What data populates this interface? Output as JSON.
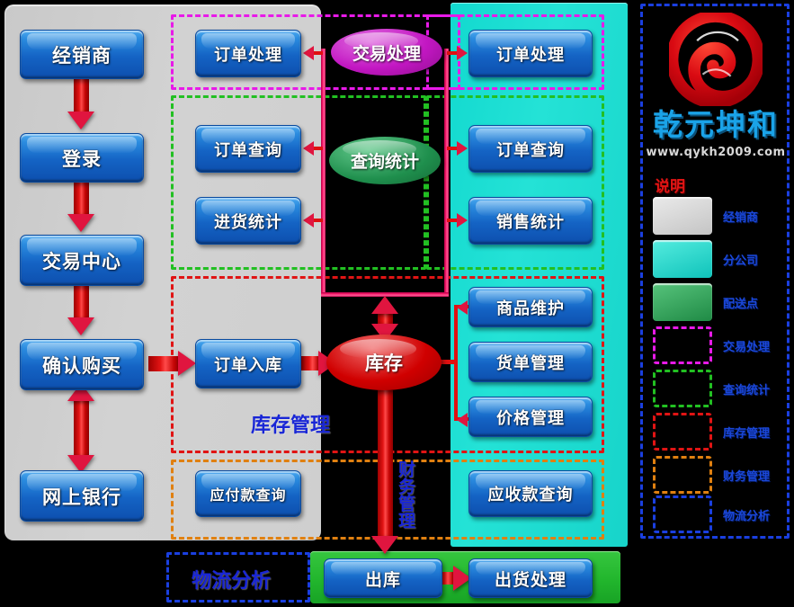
{
  "diagram": {
    "title_logo": {
      "company_name": "乾元坤和",
      "website": "www.qykh2009.com",
      "logo_icon": "red-spiral-logo"
    },
    "legend": {
      "heading": "说明",
      "items": [
        {
          "label": "经销商",
          "swatch_type": "solid",
          "color": "#d0d0d0"
        },
        {
          "label": "分公司",
          "swatch_type": "solid",
          "color": "#1ad8cd"
        },
        {
          "label": "配送点",
          "swatch_type": "solid",
          "color": "#2fa855"
        },
        {
          "label": "交易处理",
          "swatch_type": "dashed",
          "color": "#e81ae8"
        },
        {
          "label": "查询统计",
          "swatch_type": "dashed",
          "color": "#22c022"
        },
        {
          "label": "库存管理",
          "swatch_type": "dashed",
          "color": "#e01414"
        },
        {
          "label": "财务管理",
          "swatch_type": "dashed",
          "color": "#e08010"
        },
        {
          "label": "物流分析",
          "swatch_type": "dashed",
          "color": "#1a3fe0"
        }
      ]
    },
    "dealer_column": {
      "panel_name": "经销商",
      "nodes": [
        {
          "label": "经销商"
        },
        {
          "label": "登录"
        },
        {
          "label": "交易中心"
        },
        {
          "label": "确认购买"
        },
        {
          "label": "网上银行"
        }
      ]
    },
    "dealer_functions": {
      "nodes": [
        {
          "label": "订单处理",
          "group": "交易处理"
        },
        {
          "label": "订单查询",
          "group": "查询统计"
        },
        {
          "label": "进货统计",
          "group": "查询统计"
        },
        {
          "label": "订单入库",
          "group": "库存管理"
        },
        {
          "label": "应付款查询",
          "group": "财务管理"
        }
      ]
    },
    "center_hubs": [
      {
        "label": "交易处理",
        "shape": "ellipse",
        "color": "#c317c3"
      },
      {
        "label": "查询统计",
        "shape": "ellipse",
        "color": "#1f8f4d"
      },
      {
        "label": "库存",
        "shape": "ellipse",
        "color": "#d00000"
      }
    ],
    "branch_column": {
      "panel_name": "分公司",
      "nodes": [
        {
          "label": "订单处理",
          "group": "交易处理"
        },
        {
          "label": "订单查询",
          "group": "查询统计"
        },
        {
          "label": "销售统计",
          "group": "查询统计"
        },
        {
          "label": "商品维护",
          "group": "库存管理"
        },
        {
          "label": "货单管理",
          "group": "库存管理"
        },
        {
          "label": "价格管理",
          "group": "库存管理"
        },
        {
          "label": "应收款查询",
          "group": "财务管理"
        }
      ]
    },
    "delivery_bar": {
      "panel_name": "配送点",
      "nodes": [
        {
          "label": "出库"
        },
        {
          "label": "出货处理"
        }
      ]
    },
    "inline_labels": {
      "inventory_mgmt": "库存管理",
      "finance_mgmt": "财务管理",
      "logistics_analysis": "物流分析"
    }
  }
}
